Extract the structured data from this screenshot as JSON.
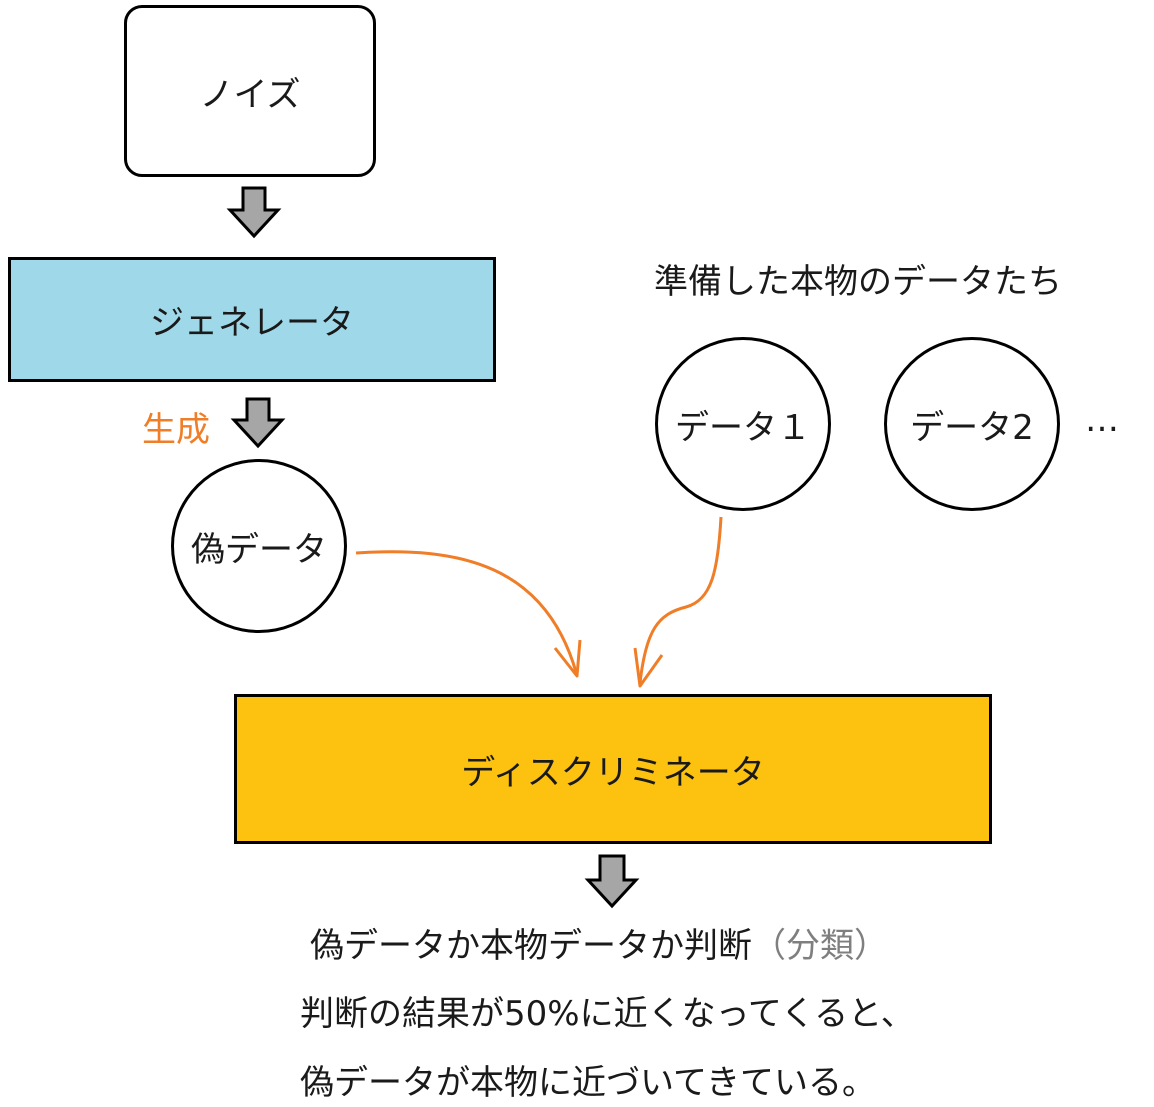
{
  "nodes": {
    "noise": "ノイズ",
    "generator": "ジェネレータ",
    "fake_data": "偽データ",
    "discriminator": "ディスクリミネータ",
    "real_data_1": "データ１",
    "real_data_2": "データ2"
  },
  "labels": {
    "real_data_group": "準備した本物のデータたち",
    "generate": "生成",
    "ellipsis": "…"
  },
  "result": {
    "line1": "偽データか本物データか判断",
    "line1_paren": "（分類）",
    "line2": "判断の結果が50%に近くなってくると、",
    "line3": "偽データが本物に近づいてきている。"
  },
  "colors": {
    "generator_fill": "#9fd9e9",
    "discriminator_fill": "#fcc20f",
    "arrow_gray": "#a6a6a6",
    "accent_orange": "#f07d27",
    "paren_gray": "#7f7f7f"
  }
}
